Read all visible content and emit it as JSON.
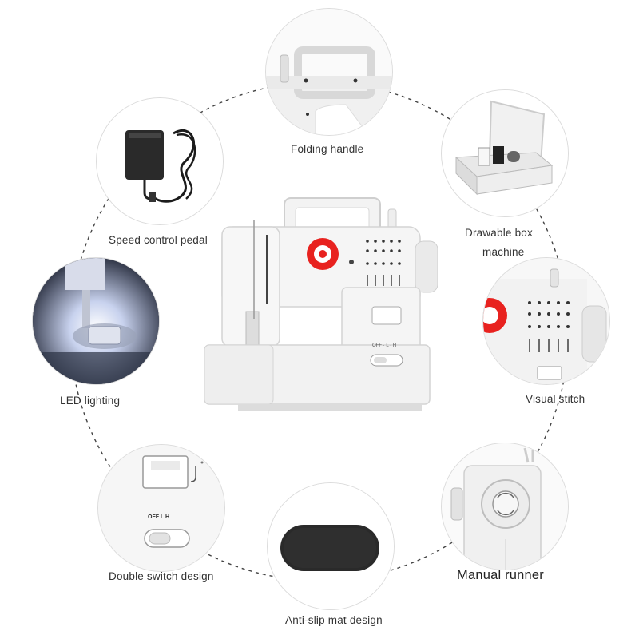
{
  "features": [
    {
      "key": "folding-handle",
      "label": "Folding handle"
    },
    {
      "key": "speed-control-pedal",
      "label": "Speed control pedal"
    },
    {
      "key": "drawable-box",
      "label_line1": "Drawable box",
      "label_line2": "machine"
    },
    {
      "key": "led-lighting",
      "label": "LED lighting"
    },
    {
      "key": "visual-stitch",
      "label": "Visual stitch"
    },
    {
      "key": "double-switch",
      "label": "Double switch design",
      "switch_text": "OFF   L   H"
    },
    {
      "key": "manual-runner",
      "label": "Manual runner"
    },
    {
      "key": "anti-slip-mat",
      "label": "Anti-slip mat design"
    }
  ],
  "machine": {
    "switch_text": "OFF · L · H"
  },
  "colors": {
    "accent_red": "#e8221f",
    "ring_dash": "#444444",
    "body_white": "#f2f2f2",
    "mat_black": "#2a2a2a"
  }
}
